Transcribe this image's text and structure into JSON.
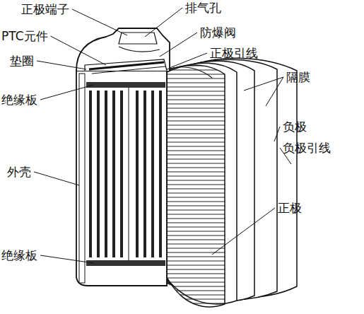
{
  "diagram": {
    "labels": [
      "正极端子",
      "排气孔",
      "PTC元件",
      "防爆阀",
      "垫圈",
      "正极引线",
      "隔膜",
      "绝缘板",
      "负极",
      "负极引线",
      "外壳",
      "正极",
      "绝缘板"
    ]
  }
}
